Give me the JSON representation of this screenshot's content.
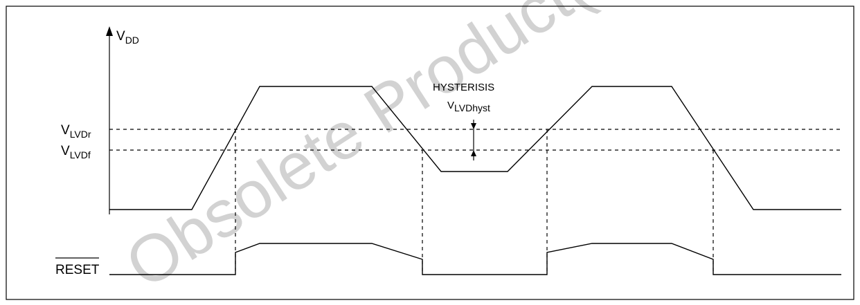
{
  "watermark": "Obsolete Product(s) - Obsolete Product(s)",
  "labels": {
    "vdd_main": "V",
    "vdd_sub": "DD",
    "vlvdr_main": "V",
    "vlvdr_sub": "LVDr",
    "vlvdf_main": "V",
    "vlvdf_sub": "LVDf",
    "hysteresis": "HYSTERISIS",
    "vlvdhyst_main": "V",
    "vlvdhyst_sub": "LVDhyst",
    "reset": "RESET"
  },
  "colors": {
    "line": "#000000",
    "watermark": "#d2d2d2",
    "background": "#ffffff"
  }
}
